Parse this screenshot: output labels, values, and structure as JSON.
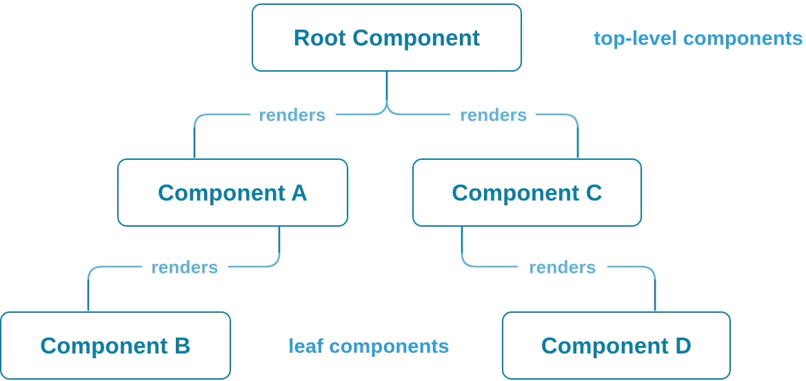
{
  "diagram": {
    "title_hint": "component render tree",
    "nodes": [
      {
        "id": "root",
        "label": "Root Component"
      },
      {
        "id": "a",
        "label": "Component A"
      },
      {
        "id": "b",
        "label": "Component B"
      },
      {
        "id": "c",
        "label": "Component C"
      },
      {
        "id": "d",
        "label": "Component D"
      }
    ],
    "edges": [
      {
        "from": "root",
        "to": "a",
        "label": "renders"
      },
      {
        "from": "root",
        "to": "c",
        "label": "renders"
      },
      {
        "from": "a",
        "to": "b",
        "label": "renders"
      },
      {
        "from": "c",
        "to": "d",
        "label": "renders"
      }
    ],
    "edge_label": "renders",
    "annotations": {
      "top_level": "top-level components",
      "leaf": "leaf components"
    },
    "colors": {
      "node_border_text": "#0a7ea4",
      "connector_light": "#5fb2da",
      "annotation": "#2d9fd6",
      "background": "#ffffff"
    }
  }
}
